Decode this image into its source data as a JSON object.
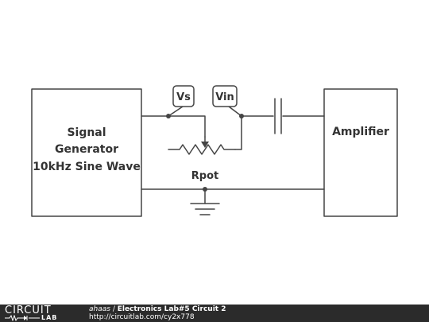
{
  "diagram": {
    "signal_generator": {
      "line1": "Signal",
      "line2": "Generator",
      "line3": "10kHz Sine Wave"
    },
    "amplifier": {
      "label": "Amplifier"
    },
    "probes": {
      "vs": "Vs",
      "vin": "Vin"
    },
    "potentiometer": {
      "label": "Rpot"
    },
    "colors": {
      "wire": "#444444",
      "box_stroke": "#444444",
      "footer_bg": "#2b2b2b"
    }
  },
  "footer": {
    "logo_top": "CIRCUIT",
    "logo_bottom": "LAB",
    "author": "ahaas",
    "separator": " / ",
    "title": "Electronics Lab#5 Circuit 2",
    "url": "http://circuitlab.com/cy2x778"
  }
}
